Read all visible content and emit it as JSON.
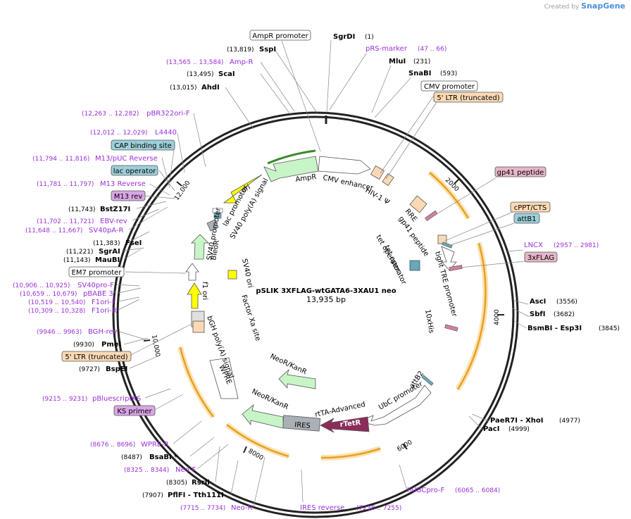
{
  "credit": {
    "prefix": "Created by",
    "brand": "SnapGene"
  },
  "title": "pSLIK 3XFLAG-wtGATA6-3XAU1 neo",
  "size_label": "13,935 bp",
  "colors": {
    "enzyme": "#000000",
    "primer": "#9b30d9",
    "green": "#c8f5c8",
    "yellow": "#ffff00",
    "orange": "#e8a020",
    "peach": "#fbd9b5",
    "gray": "#aab0b6",
    "rtetr": "#8b2c5a",
    "teal": "#6aa7b7"
  },
  "left_labels": [
    {
      "name": "AmpR promoter",
      "coord": "",
      "type": "boxed-white"
    },
    {
      "name": "SspI",
      "coord": "(13,819)",
      "type": "enzyme"
    },
    {
      "name": "Amp-R",
      "coord": "(13,565 .. 13,584)",
      "type": "primer"
    },
    {
      "name": "ScaI",
      "coord": "(13,495)",
      "type": "enzyme"
    },
    {
      "name": "AhdI",
      "coord": "(13,015)",
      "type": "enzyme"
    },
    {
      "name": "pBR322ori-F",
      "coord": "(12,263 .. 12,282)",
      "type": "primer"
    },
    {
      "name": "L4440",
      "coord": "(12,012 .. 12,029)",
      "type": "primer"
    },
    {
      "name": "CAP binding site",
      "coord": "",
      "type": "boxed-teal"
    },
    {
      "name": "M13/pUC Reverse",
      "coord": "(11,794 .. 11,816)",
      "type": "primer"
    },
    {
      "name": "lac operator",
      "coord": "",
      "type": "boxed-teal"
    },
    {
      "name": "M13 Reverse",
      "coord": "(11,781 .. 11,797)",
      "type": "primer"
    },
    {
      "name": "M13 rev",
      "coord": "",
      "type": "boxed-purple"
    },
    {
      "name": "BstZ17I",
      "coord": "(11,743)",
      "type": "enzyme"
    },
    {
      "name": "EBV-rev",
      "coord": "(11,702 .. 11,721)",
      "type": "primer"
    },
    {
      "name": "SV40pA-R",
      "coord": "(11,648 .. 11,667)",
      "type": "primer"
    },
    {
      "name": "FseI",
      "coord": "(11,383)",
      "type": "enzyme"
    },
    {
      "name": "SgrAI",
      "coord": "(11,221)",
      "type": "enzyme"
    },
    {
      "name": "MauBI",
      "coord": "(11,143)",
      "type": "enzyme"
    },
    {
      "name": "EM7 promoter",
      "coord": "",
      "type": "boxed-white"
    },
    {
      "name": "SV40pro-F",
      "coord": "(10,906 .. 10,925)",
      "type": "primer"
    },
    {
      "name": "pBABE 3'",
      "coord": "(10,659 .. 10,679)",
      "type": "primer"
    },
    {
      "name": "F1ori-F",
      "coord": "(10,519 .. 10,540)",
      "type": "primer"
    },
    {
      "name": "F1ori-R",
      "coord": "(10,309 .. 10,328)",
      "type": "primer"
    },
    {
      "name": "BGH-rev",
      "coord": "(9946 .. 9963)",
      "type": "primer"
    },
    {
      "name": "PmeI",
      "coord": "(9930)",
      "type": "enzyme"
    },
    {
      "name": "5' LTR (truncated)",
      "coord": "",
      "type": "boxed-peach"
    },
    {
      "name": "BspEI",
      "coord": "(9727)",
      "type": "enzyme"
    },
    {
      "name": "pBluescriptKS",
      "coord": "(9215 .. 9231)",
      "type": "primer"
    },
    {
      "name": "KS primer",
      "coord": "",
      "type": "boxed-purple"
    },
    {
      "name": "WPRE-R",
      "coord": "(8676 .. 8696)",
      "type": "primer"
    },
    {
      "name": "BsaBI *",
      "coord": "(8487)",
      "type": "enzyme"
    },
    {
      "name": "Neo-F",
      "coord": "(8325 .. 8344)",
      "type": "primer"
    },
    {
      "name": "RsrII",
      "coord": "(8305)",
      "type": "enzyme"
    },
    {
      "name": "PflFI - Tth111I",
      "coord": "(7907)",
      "type": "enzyme"
    },
    {
      "name": "Neo-R",
      "coord": "(7715 .. 7734)",
      "type": "primer"
    }
  ],
  "right_labels": [
    {
      "name": "SgrDI",
      "coord": "(1)",
      "type": "enzyme"
    },
    {
      "name": "pRS-marker",
      "coord": "(47 .. 66)",
      "type": "primer"
    },
    {
      "name": "MluI",
      "coord": "(231)",
      "type": "enzyme"
    },
    {
      "name": "SnaBI",
      "coord": "(593)",
      "type": "enzyme"
    },
    {
      "name": "CMV promoter",
      "coord": "",
      "type": "boxed-white"
    },
    {
      "name": "5' LTR (truncated)",
      "coord": "",
      "type": "boxed-peach"
    },
    {
      "name": "gp41 peptide",
      "coord": "",
      "type": "boxed-pink"
    },
    {
      "name": "cPPT/CTS",
      "coord": "",
      "type": "boxed-peach"
    },
    {
      "name": "attB1",
      "coord": "",
      "type": "boxed-teal"
    },
    {
      "name": "LNCX",
      "coord": "(2957 .. 2981)",
      "type": "primer"
    },
    {
      "name": "3xFLAG",
      "coord": "",
      "type": "boxed-pink"
    },
    {
      "name": "AscI",
      "coord": "(3556)",
      "type": "enzyme"
    },
    {
      "name": "SbfI",
      "coord": "(3682)",
      "type": "enzyme"
    },
    {
      "name": "BsmBI - Esp3I",
      "coord": "(3845)",
      "type": "enzyme"
    },
    {
      "name": "PaeR7I - XhoI",
      "coord": "(4977)",
      "type": "enzyme"
    },
    {
      "name": "PacI",
      "coord": "(4999)",
      "type": "enzyme"
    },
    {
      "name": "hUBCpro-F",
      "coord": "(6065 .. 6084)",
      "type": "primer"
    },
    {
      "name": "IRES reverse",
      "coord": "(7238 .. 7255)",
      "type": "primer"
    }
  ],
  "features": [
    {
      "name": "AmpR",
      "type": "green"
    },
    {
      "name": "ori",
      "type": "yellow"
    },
    {
      "name": "CMV enhancer",
      "type": "white"
    },
    {
      "name": "HIV-1 Ψ",
      "type": "peach"
    },
    {
      "name": "RRE",
      "type": "peach"
    },
    {
      "name": "gp41 peptide",
      "type": "pink"
    },
    {
      "name": "tet operator",
      "type": "teal"
    },
    {
      "name": "tet operator",
      "type": "teal"
    },
    {
      "name": "tight TRE promoter",
      "type": "white"
    },
    {
      "name": "10xHis",
      "type": "pink"
    },
    {
      "name": "attB2",
      "type": "teal"
    },
    {
      "name": "UbC promoter",
      "type": "white"
    },
    {
      "name": "rtTA-Advanced",
      "type": "label"
    },
    {
      "name": "rTetR",
      "type": "rtetr"
    },
    {
      "name": "IRES",
      "type": "gray"
    },
    {
      "name": "NeoR/KanR",
      "type": "green"
    },
    {
      "name": "NeoR/KanR",
      "type": "green"
    },
    {
      "name": "Factor Xa site",
      "type": "label"
    },
    {
      "name": "WPRE",
      "type": "white"
    },
    {
      "name": "bGH poly(A) signal",
      "type": "white"
    },
    {
      "name": "f1 ori",
      "type": "yellow"
    },
    {
      "name": "SV40 promoter",
      "type": "white"
    },
    {
      "name": "SV40 ori",
      "type": "yellow"
    },
    {
      "name": "BleoR",
      "type": "green"
    },
    {
      "name": "EM7",
      "type": "white"
    },
    {
      "name": "lac promoter",
      "type": "white"
    },
    {
      "name": "SV40 poly(A) signal",
      "type": "label"
    }
  ],
  "ticks": [
    "2000",
    "4000",
    "6000",
    "8000",
    "10,000",
    "12,000"
  ]
}
